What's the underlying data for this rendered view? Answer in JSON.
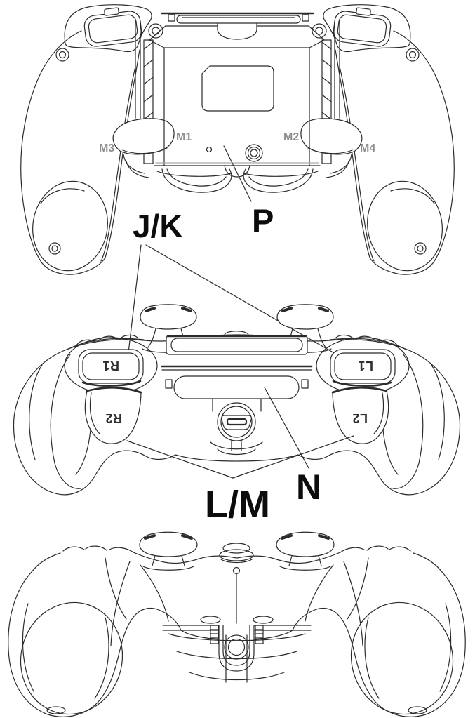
{
  "figure": {
    "back_view": {
      "paddle_labels": {
        "m1": "M1",
        "m2": "M2",
        "m3": "M3",
        "m4": "M4"
      },
      "callout_p": "P"
    },
    "rear_view": {
      "button_labels": {
        "r1": "R1",
        "r2": "R2",
        "l1": "L1",
        "l2": "L2"
      },
      "callout_jk": "J/K",
      "callout_lm": "L/M",
      "callout_n": "N"
    }
  },
  "colors": {
    "line": "#2b2b2b",
    "muted_label": "#8f8f8f",
    "callout_label": "#0c0c0c",
    "button_label": "#2f2f2f"
  }
}
